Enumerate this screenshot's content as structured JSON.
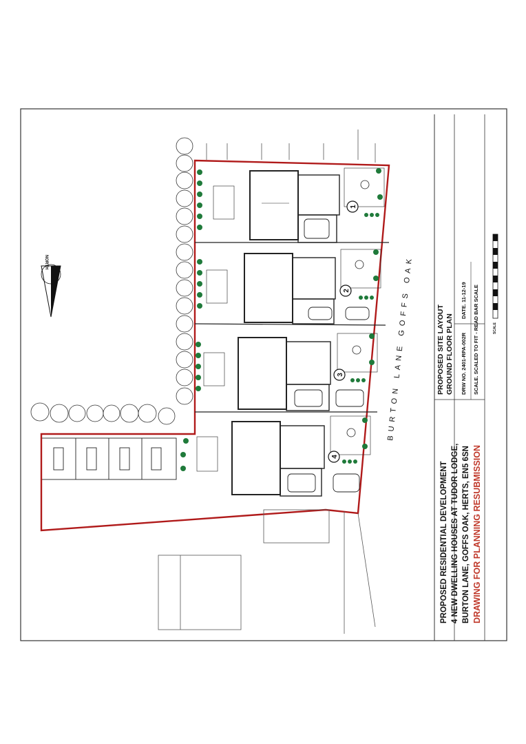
{
  "title_block": {
    "project_line1": "PROPOSED RESIDENTIAL DEVELOPMENT",
    "project_line2": "4 NEW DWELLING HOUSES AT TUDOR LODGE,",
    "project_line3": "BURTON LANE, GOFFS OAK, HERTS, EN5 6SN",
    "status": "DRAWING FOR PLANNING RESUBMISSION",
    "drawing_line1": "PROPOSED SITE LAYOUT",
    "drawing_line2": "GROUND FLOOR PLAN",
    "drawing_number": "DRW NO. 2401-RPA-002R",
    "date": "DATE. 11-12-19",
    "scale_note": "SCALE. SCALED TO FIT - READ BAR SCALE",
    "scale_label": "SCALE"
  },
  "site": {
    "road_name": "BURTON LANE  GOFFS OAK",
    "north_label": "NORTH",
    "plots": [
      "1",
      "2",
      "3",
      "4"
    ]
  },
  "colors": {
    "boundary": "#b01a1a",
    "status_text": "#c0392b",
    "line": "#222222",
    "tree": "#1f7a3a"
  }
}
